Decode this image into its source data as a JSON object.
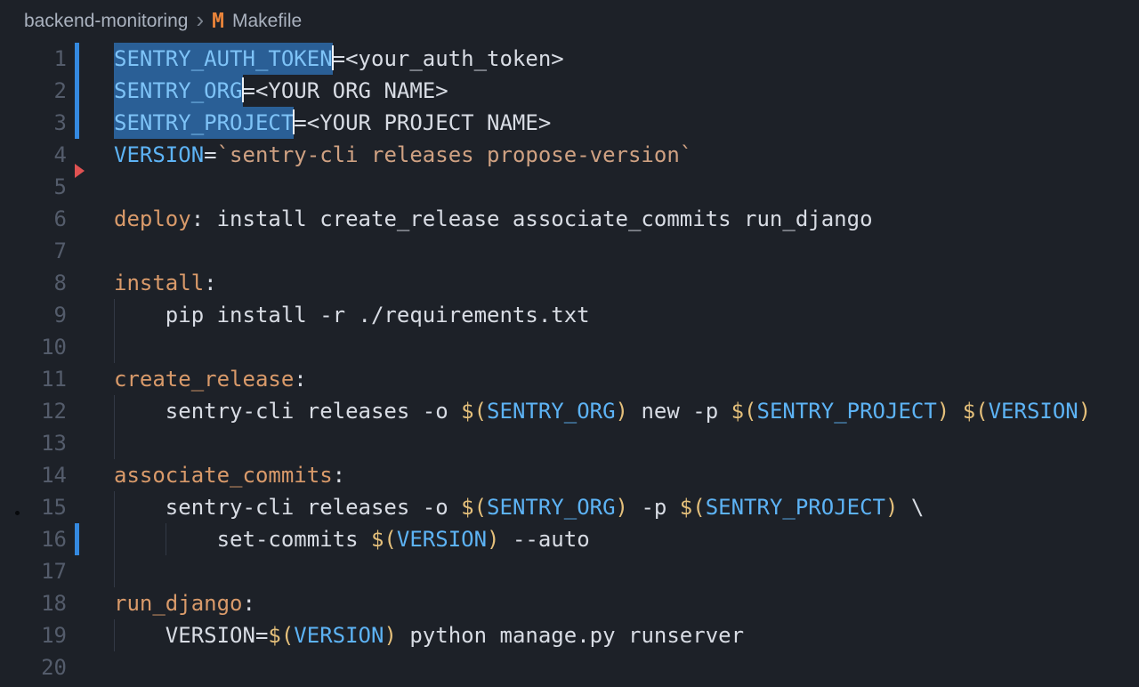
{
  "breadcrumb": {
    "project": "backend-monitoring",
    "separator": "›",
    "file_icon": "M",
    "file_name": "Makefile"
  },
  "colors": {
    "background": "#1d2128",
    "breadcrumb_text": "#aab2bf",
    "breadcrumb_separator": "#7d8590",
    "makefile_icon_orange": "#e8833a",
    "line_number": "#545c6b",
    "selection_background": "#2a5f96",
    "gutter_modified": "#3489e0",
    "gutter_deleted": "#e05252",
    "indent_guide": "#323945",
    "cursor": "#eef3f8",
    "syntax": {
      "plain": "#d8dce4",
      "var": "#5db3f5",
      "var_sel": "#7ec3f7",
      "target": "#d99a6a",
      "string": "#cfa182",
      "punct": "#e5c07b"
    }
  },
  "editor": {
    "lines": [
      {
        "num": 1,
        "marker": "modified",
        "tokens": [
          {
            "text": "SENTRY_AUTH_TOKEN",
            "type": "var",
            "selected": true,
            "cursor": true
          },
          {
            "text": "=<your_auth_token>",
            "type": "plain"
          }
        ]
      },
      {
        "num": 2,
        "marker": "modified",
        "tokens": [
          {
            "text": "SENTRY_ORG",
            "type": "var",
            "selected": true,
            "cursor": true
          },
          {
            "text": "=<YOUR ORG NAME>",
            "type": "plain"
          }
        ]
      },
      {
        "num": 3,
        "marker": "modified",
        "tokens": [
          {
            "text": "SENTRY_PROJECT",
            "type": "var",
            "selected": true,
            "cursor": true
          },
          {
            "text": "=<YOUR PROJECT NAME>",
            "type": "plain"
          }
        ]
      },
      {
        "num": 4,
        "tokens": [
          {
            "text": "VERSION",
            "type": "var"
          },
          {
            "text": "=",
            "type": "plain"
          },
          {
            "text": "`sentry-cli releases propose-version`",
            "type": "string"
          }
        ]
      },
      {
        "num": 5,
        "marker": "deleted",
        "tokens": []
      },
      {
        "num": 6,
        "tokens": [
          {
            "text": "deploy",
            "type": "target"
          },
          {
            "text": ": install create_release associate_commits run_django",
            "type": "plain"
          }
        ]
      },
      {
        "num": 7,
        "tokens": []
      },
      {
        "num": 8,
        "tokens": [
          {
            "text": "install",
            "type": "target"
          },
          {
            "text": ":",
            "type": "plain"
          }
        ]
      },
      {
        "num": 9,
        "guides": [
          0
        ],
        "tokens": [
          {
            "text": "    pip install -r ./requirements.txt",
            "type": "plain"
          }
        ]
      },
      {
        "num": 10,
        "guides": [
          0
        ],
        "tokens": []
      },
      {
        "num": 11,
        "tokens": [
          {
            "text": "create_release",
            "type": "target"
          },
          {
            "text": ":",
            "type": "plain"
          }
        ]
      },
      {
        "num": 12,
        "guides": [
          0
        ],
        "tokens": [
          {
            "text": "    sentry-cli releases -o ",
            "type": "plain"
          },
          {
            "text": "$(",
            "type": "punct"
          },
          {
            "text": "SENTRY_ORG",
            "type": "var"
          },
          {
            "text": ")",
            "type": "punct"
          },
          {
            "text": " new -p ",
            "type": "plain"
          },
          {
            "text": "$(",
            "type": "punct"
          },
          {
            "text": "SENTRY_PROJECT",
            "type": "var"
          },
          {
            "text": ")",
            "type": "punct"
          },
          {
            "text": " ",
            "type": "plain"
          },
          {
            "text": "$(",
            "type": "punct"
          },
          {
            "text": "VERSION",
            "type": "var"
          },
          {
            "text": ")",
            "type": "punct"
          }
        ]
      },
      {
        "num": 13,
        "guides": [
          0
        ],
        "tokens": []
      },
      {
        "num": 14,
        "tokens": [
          {
            "text": "associate_commits",
            "type": "target"
          },
          {
            "text": ":",
            "type": "plain"
          }
        ]
      },
      {
        "num": 15,
        "guides": [
          0
        ],
        "tokens": [
          {
            "text": "    sentry-cli releases -o ",
            "type": "plain"
          },
          {
            "text": "$(",
            "type": "punct"
          },
          {
            "text": "SENTRY_ORG",
            "type": "var"
          },
          {
            "text": ")",
            "type": "punct"
          },
          {
            "text": " -p ",
            "type": "plain"
          },
          {
            "text": "$(",
            "type": "punct"
          },
          {
            "text": "SENTRY_PROJECT",
            "type": "var"
          },
          {
            "text": ")",
            "type": "punct"
          },
          {
            "text": " \\",
            "type": "plain"
          }
        ]
      },
      {
        "num": 16,
        "marker": "modified",
        "guides": [
          0,
          1
        ],
        "tokens": [
          {
            "text": "        set-commits ",
            "type": "plain"
          },
          {
            "text": "$(",
            "type": "punct"
          },
          {
            "text": "VERSION",
            "type": "var"
          },
          {
            "text": ")",
            "type": "punct"
          },
          {
            "text": " --auto",
            "type": "plain"
          }
        ]
      },
      {
        "num": 17,
        "guides": [
          0
        ],
        "tokens": []
      },
      {
        "num": 18,
        "tokens": [
          {
            "text": "run_django",
            "type": "target"
          },
          {
            "text": ":",
            "type": "plain"
          }
        ]
      },
      {
        "num": 19,
        "guides": [
          0
        ],
        "tokens": [
          {
            "text": "    VERSION=",
            "type": "plain"
          },
          {
            "text": "$(",
            "type": "punct"
          },
          {
            "text": "VERSION",
            "type": "var"
          },
          {
            "text": ")",
            "type": "punct"
          },
          {
            "text": " python manage.py runserver",
            "type": "plain"
          }
        ]
      },
      {
        "num": 20,
        "tokens": []
      }
    ]
  }
}
